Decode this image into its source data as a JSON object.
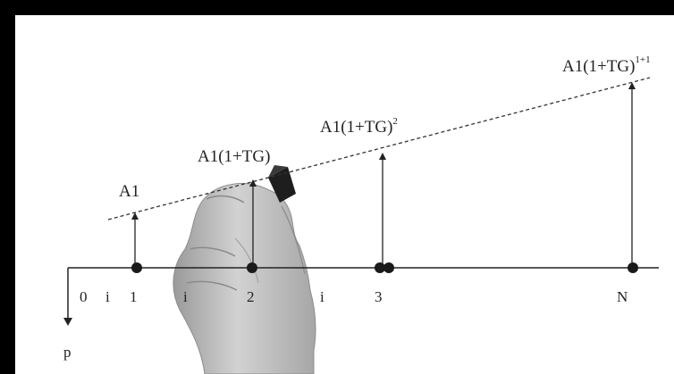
{
  "diagram": {
    "payments": {
      "first": "A1",
      "second": "A1(1+TG)",
      "third_base": "A1(1+TG)",
      "third_exp": "2",
      "last_base": "A1(1+TG)",
      "last_exp": "1+1"
    },
    "timeline": {
      "origin": "0",
      "period_1": "1",
      "period_2": "2",
      "period_3": "3",
      "period_n": "N",
      "interval": "i",
      "outflow": "p"
    }
  },
  "colors": {
    "background": "#ffffff",
    "frame": "#000000",
    "ink": "#222222",
    "hand": "#b9b9b9"
  },
  "icons": {
    "hand": "hand-holding-marker-icon"
  }
}
